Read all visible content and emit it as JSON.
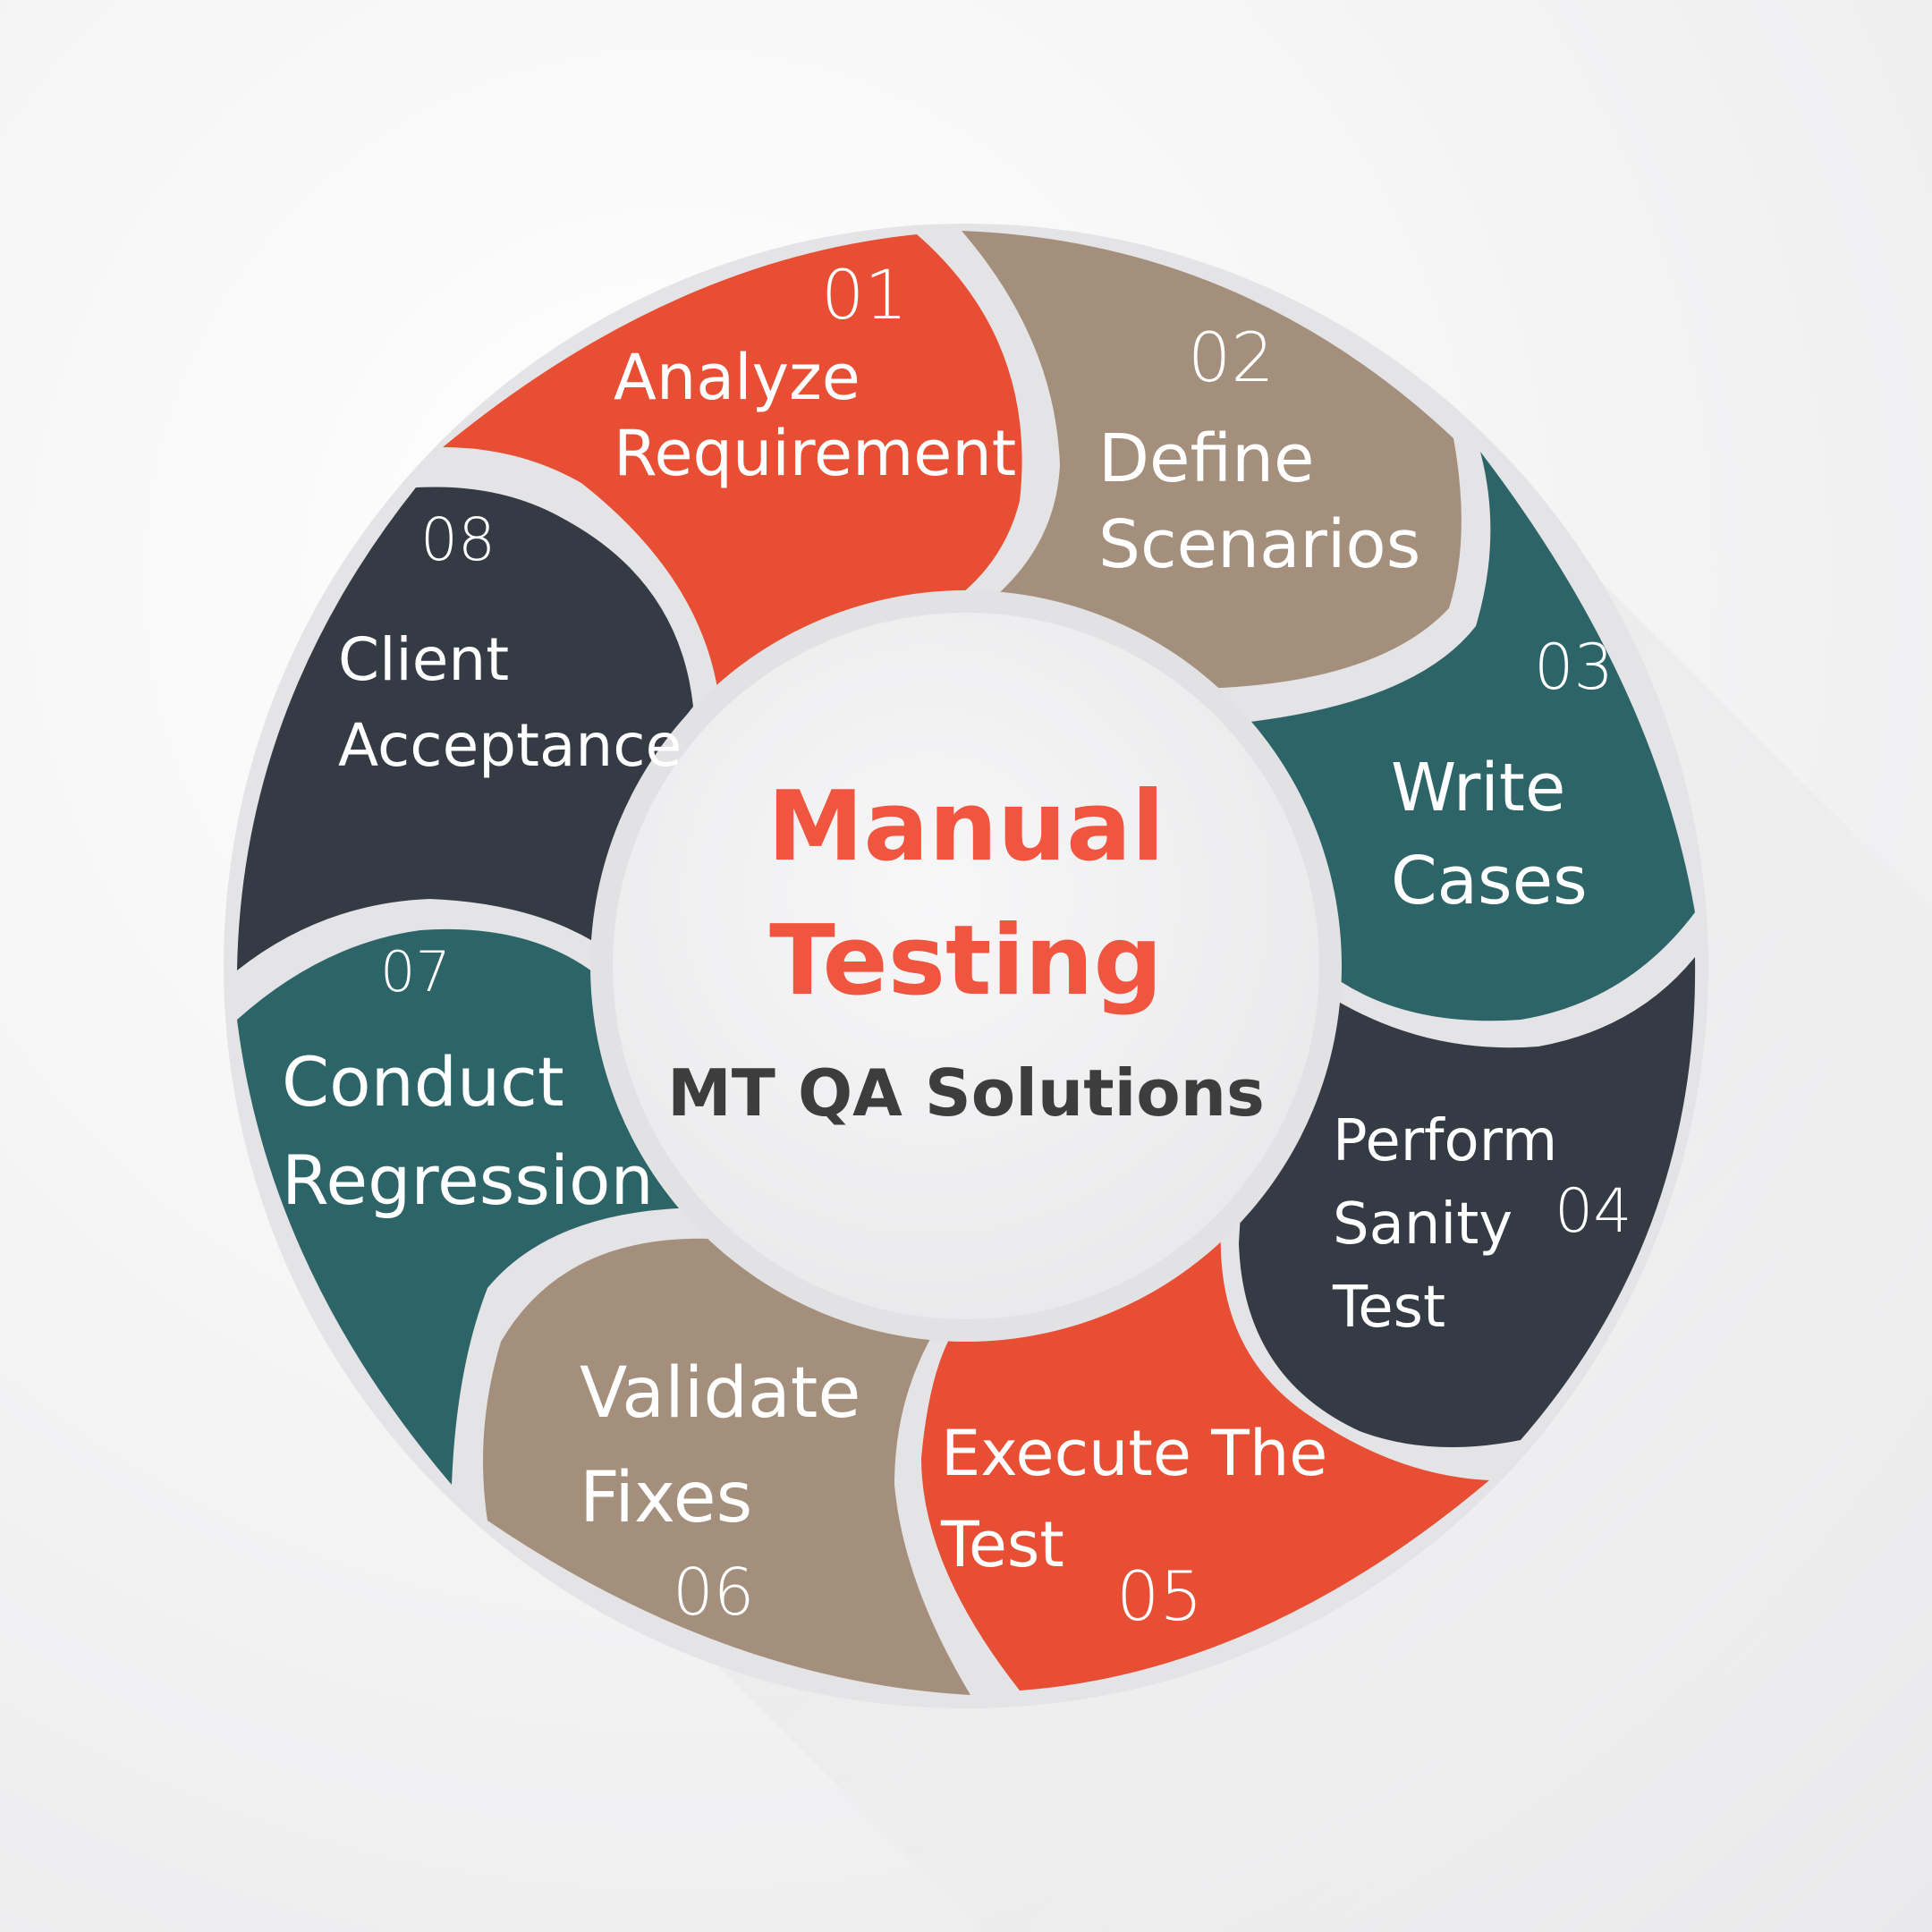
{
  "center": {
    "title_line1": "Manual",
    "title_line2": "Testing",
    "subtitle": "MT QA Solutions",
    "title_color": "#f05540",
    "subtitle_color": "#3d3d3d"
  },
  "colors": {
    "orange": "#e84e33",
    "taupe": "#a38f7b",
    "teal": "#2c6468",
    "slate": "#353b45",
    "separator": "#e4e4e6",
    "inner_circle": "#f2f2f3"
  },
  "steps": [
    {
      "number": "01",
      "label": "Analyze\nRequirement",
      "color": "orange"
    },
    {
      "number": "02",
      "label": "Define\nScenarios",
      "color": "taupe"
    },
    {
      "number": "03",
      "label": "Write\nCases",
      "color": "teal"
    },
    {
      "number": "04",
      "label": "Perform\nSanity\nTest",
      "color": "slate"
    },
    {
      "number": "05",
      "label": "Execute The\nTest",
      "color": "orange"
    },
    {
      "number": "06",
      "label": "Validate\nFixes",
      "color": "taupe"
    },
    {
      "number": "07",
      "label": "Conduct\nRegression",
      "color": "teal"
    },
    {
      "number": "08",
      "label": "Client\nAcceptance",
      "color": "slate"
    }
  ]
}
